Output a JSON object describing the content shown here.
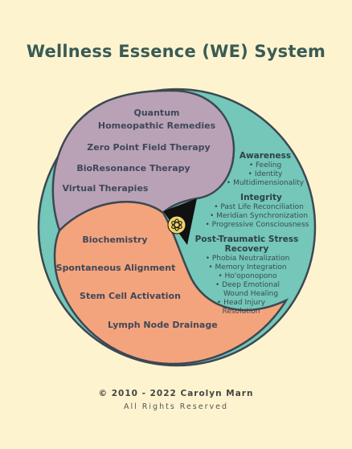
{
  "title": "Wellness Essence (WE) System",
  "purple_items": [
    "Quantum",
    "Homeopathic Remedies",
    "Zero Point Field Therapy",
    "BioResonance Therapy",
    "Virtual Therapies"
  ],
  "orange_items": [
    "Biochemistry",
    "Spontaneous Alignment",
    "Stem Cell Activation",
    "Lymph Node Drainage"
  ],
  "teal": {
    "awareness": {
      "heading": "Awareness",
      "items": [
        "• Feeling",
        "• Identity",
        "• Multidimensionality"
      ]
    },
    "integrity": {
      "heading": "Integrity",
      "items": [
        "• Past Life Reconciliation",
        "• Meridian Synchronization",
        "• Progressive Consciousness"
      ]
    },
    "ptsr": {
      "heading1": "Post-Traumatic Stress",
      "heading2": "Recovery",
      "items": [
        "• Phobia Neutralization",
        "• Memory Integration",
        "• Ho'oponopono",
        "• Deep Emotional",
        "Wound Healing",
        "• Head Injury",
        "Resolution"
      ]
    }
  },
  "footer": {
    "copyright": "© 2010 - 2022   Carolyn Marn",
    "rights": "All Rights Reserved"
  },
  "colors": {
    "background": "#fdf4cf",
    "purple": "#b9a2b6",
    "teal": "#74c7b9",
    "orange": "#f4a47d",
    "outline": "#3c4852",
    "center": "#111111",
    "flower": "#f1d36a"
  }
}
